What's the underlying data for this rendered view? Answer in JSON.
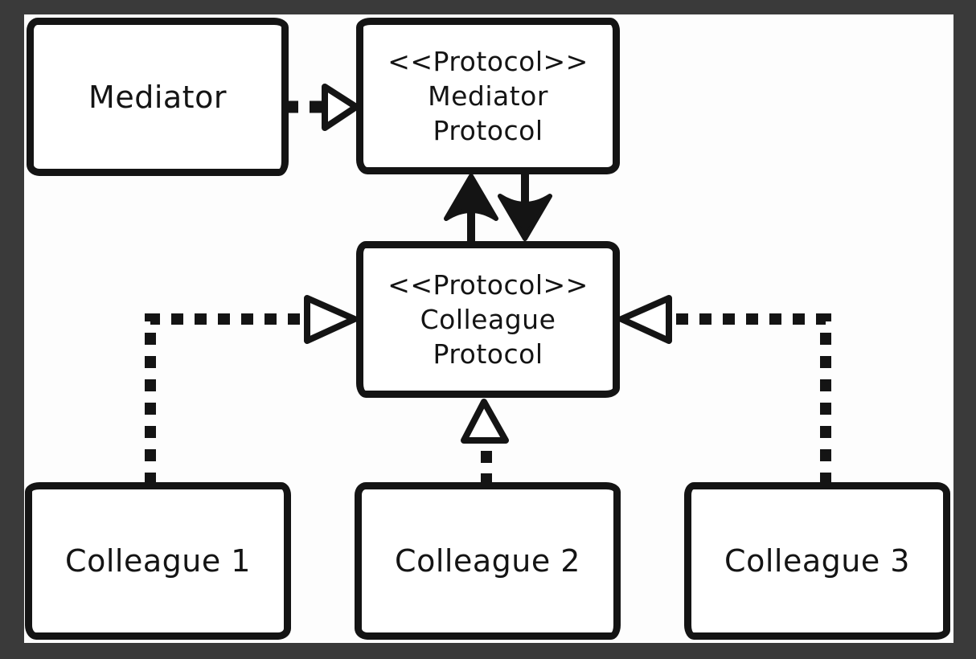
{
  "nodes": {
    "mediator": {
      "label": "Mediator"
    },
    "mediator_protocol": {
      "stereotype": "<<Protocol>>",
      "name_line1": "Mediator",
      "name_line2": "Protocol"
    },
    "colleague_protocol": {
      "stereotype": "<<Protocol>>",
      "name_line1": "Colleague",
      "name_line2": "Protocol"
    },
    "colleague1": {
      "label": "Colleague 1"
    },
    "colleague2": {
      "label": "Colleague 2"
    },
    "colleague3": {
      "label": "Colleague 3"
    }
  },
  "edges": [
    {
      "from": "Mediator",
      "to": "Mediator Protocol",
      "line": "dashed",
      "arrowhead": "open-triangle",
      "direction": "right"
    },
    {
      "from": "Colleague Protocol",
      "to": "Mediator Protocol",
      "line": "solid",
      "arrowhead": "filled-barb",
      "direction": "up"
    },
    {
      "from": "Mediator Protocol",
      "to": "Colleague Protocol",
      "line": "solid",
      "arrowhead": "filled-barb",
      "direction": "down"
    },
    {
      "from": "Colleague 1",
      "to": "Colleague Protocol",
      "line": "dashed",
      "arrowhead": "open-triangle",
      "direction": "up-then-right"
    },
    {
      "from": "Colleague 2",
      "to": "Colleague Protocol",
      "line": "dashed",
      "arrowhead": "open-triangle",
      "direction": "up"
    },
    {
      "from": "Colleague 3",
      "to": "Colleague Protocol",
      "line": "dashed",
      "arrowhead": "open-triangle",
      "direction": "up-then-left"
    }
  ],
  "colors": {
    "ink": "#141414",
    "canvas": "#fdfdfd",
    "frame_background": "#3a3a3a"
  }
}
